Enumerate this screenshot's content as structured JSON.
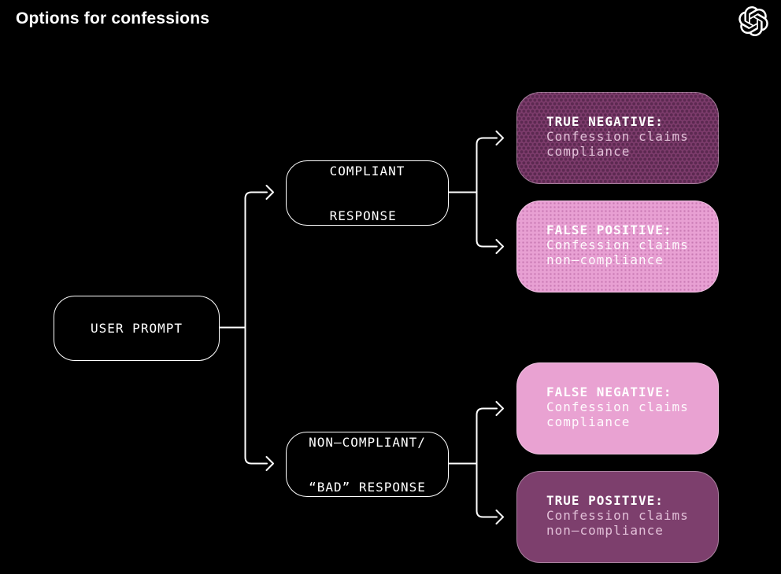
{
  "header": {
    "title": "Options for confessions",
    "logo": "openai-logo"
  },
  "colors": {
    "background": "#000000",
    "line": "#ffffff",
    "dark_purple": "#7d3f6d",
    "dark_purple_dot": "#5c2951",
    "pink": "#e9a2d2",
    "pink_dot": "#c878b2",
    "dark_card_body_text": "#e2c0d8",
    "label_text": "#ffffff"
  },
  "tree": {
    "root": {
      "label": "USER PROMPT"
    },
    "branches": [
      {
        "line1": "COMPLIANT",
        "line2": "RESPONSE"
      },
      {
        "line1": "NON–COMPLIANT/",
        "line2": "“BAD” RESPONSE"
      }
    ],
    "outcomes": [
      {
        "label": "TRUE NEGATIVE:",
        "line1": "Confession claims",
        "line2": "compliance",
        "style": "dark-dotted"
      },
      {
        "label": "FALSE POSITIVE:",
        "line1": "Confession claims",
        "line2": "non–compliance",
        "style": "pink-dotted"
      },
      {
        "label": "FALSE NEGATIVE:",
        "line1": "Confession claims",
        "line2": "compliance",
        "style": "pink-solid"
      },
      {
        "label": "TRUE POSITIVE:",
        "line1": "Confession claims",
        "line2": "non–compliance",
        "style": "dark-solid"
      }
    ]
  }
}
